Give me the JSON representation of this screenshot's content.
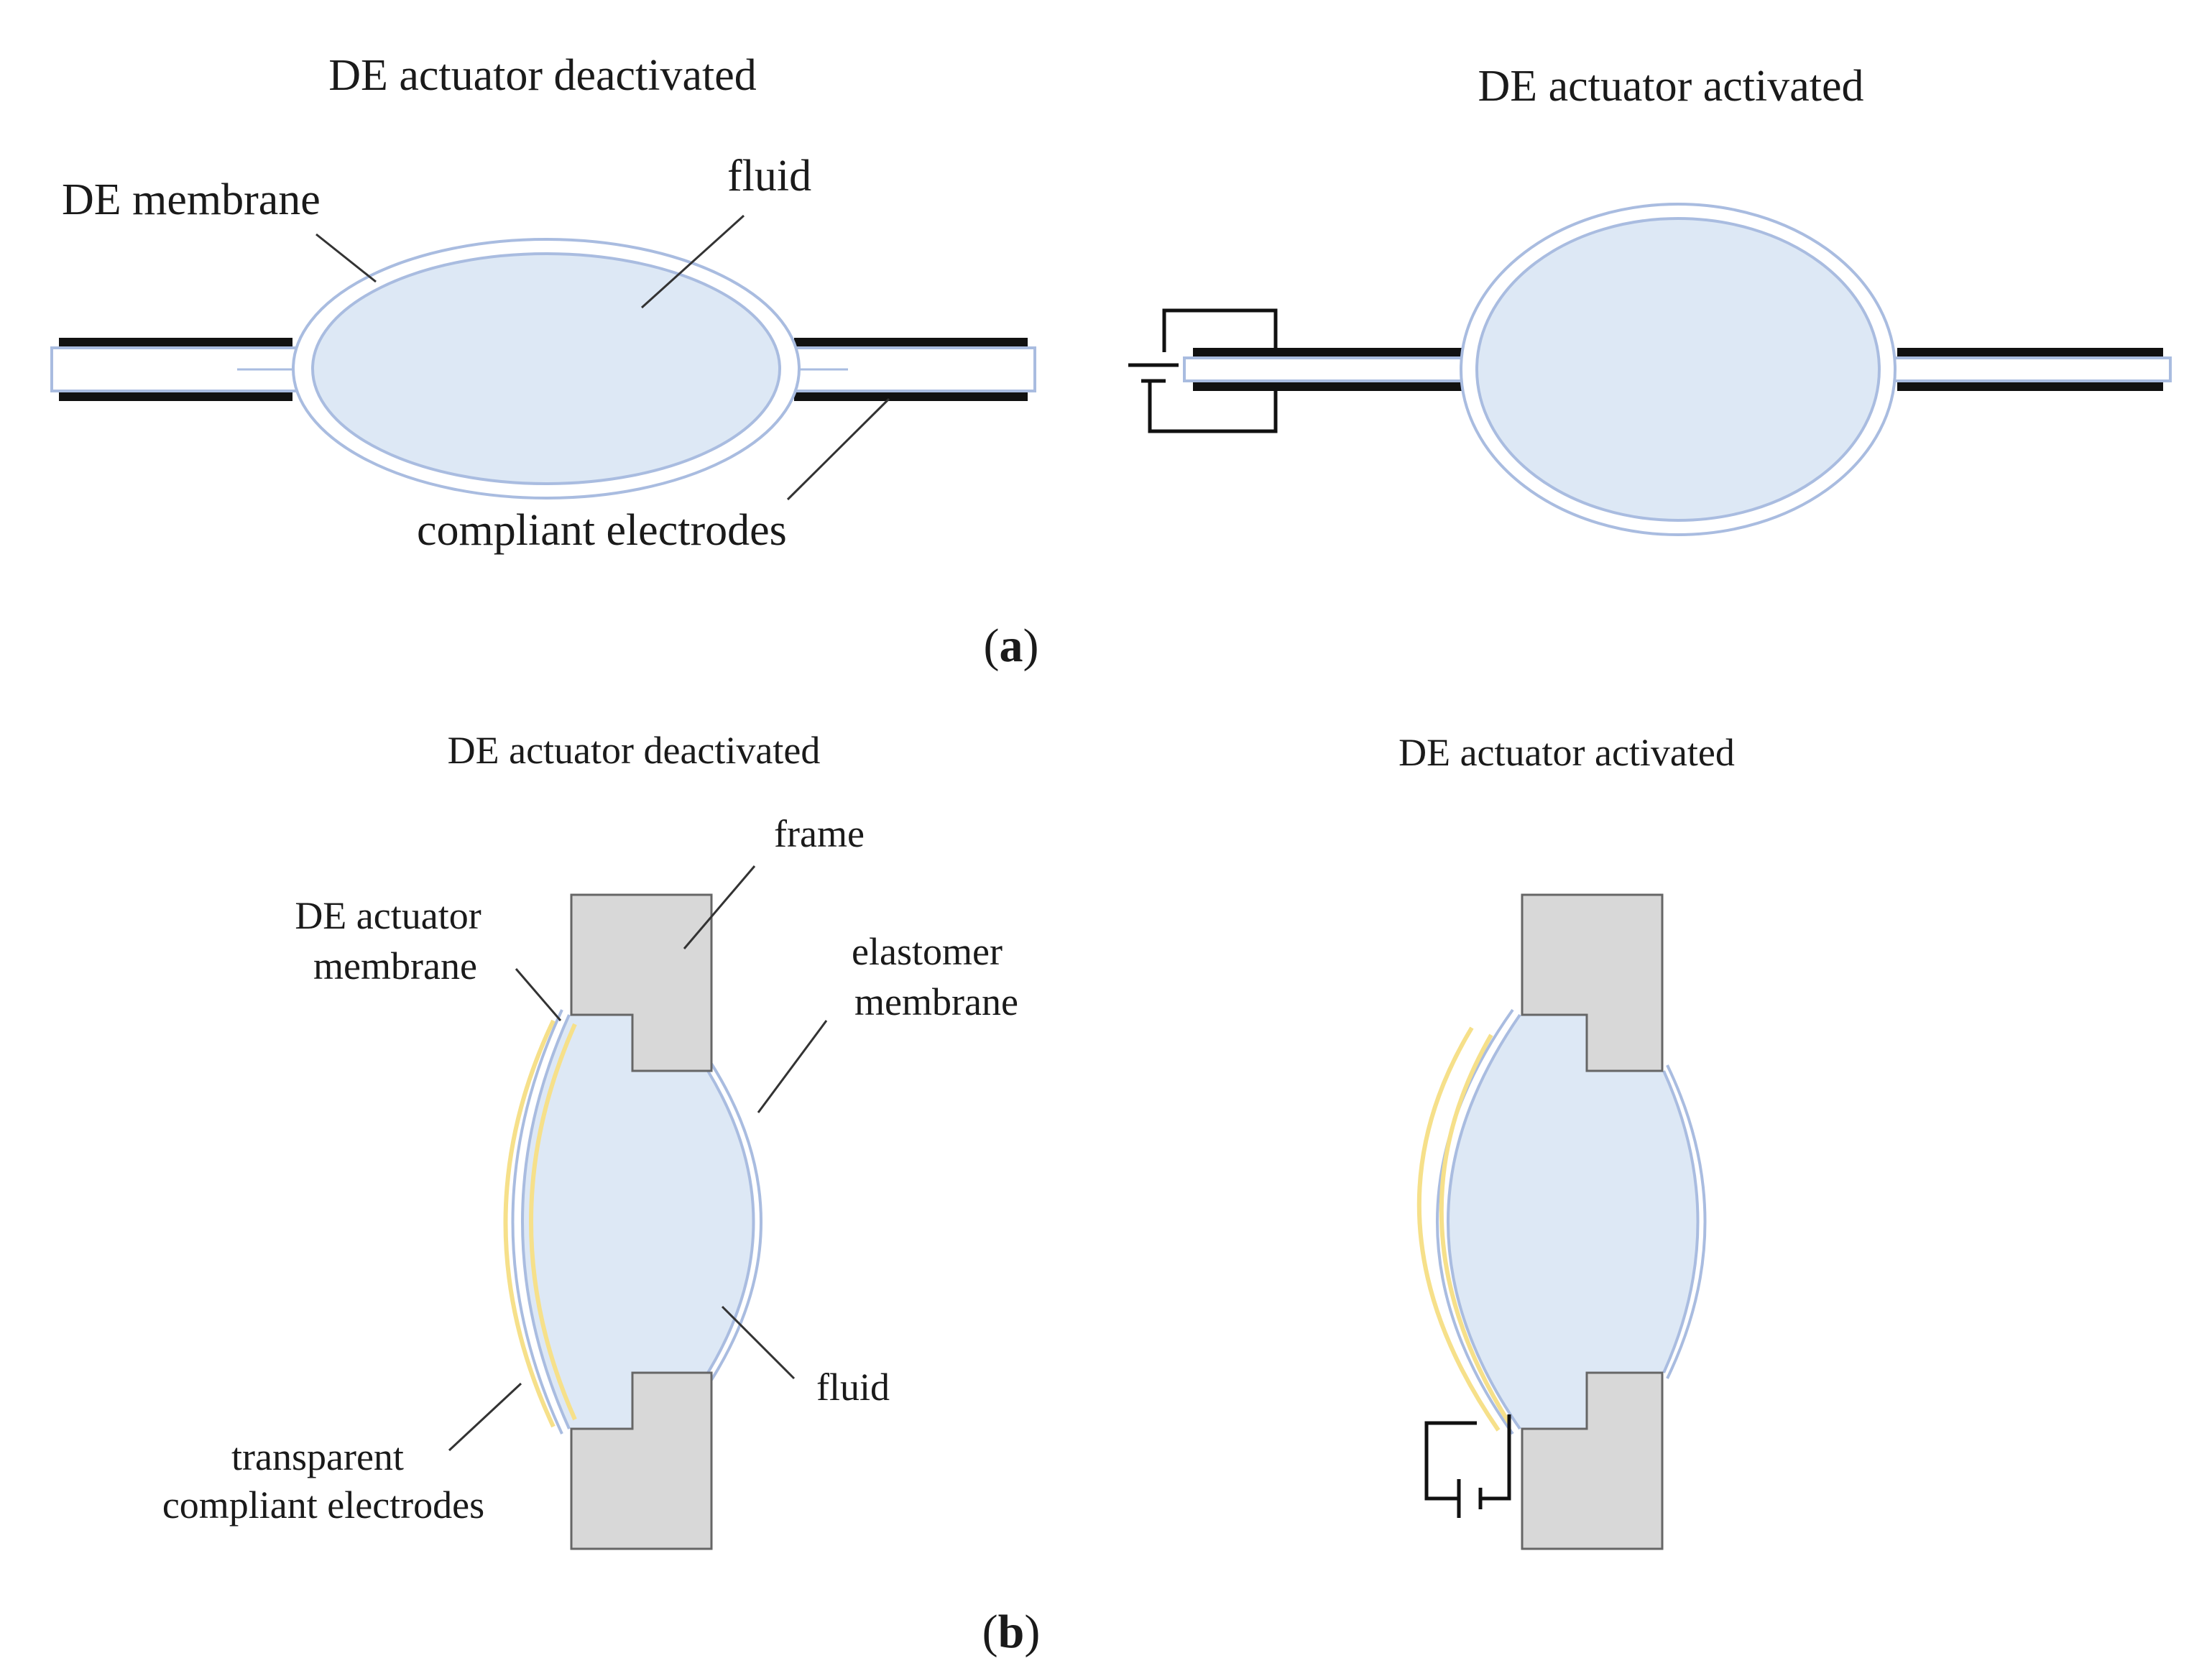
{
  "panel_a": {
    "left_title": "DE actuator deactivated",
    "right_title": "DE actuator activated",
    "label_membrane": "DE membrane",
    "label_fluid": "fluid",
    "label_electrodes": "compliant electrodes",
    "panel_label_open": "(",
    "panel_label_letter": "a",
    "panel_label_close": ")"
  },
  "panel_b": {
    "left_title": "DE actuator deactivated",
    "right_title": "DE actuator activated",
    "label_frame": "frame",
    "label_de_membrane_1": "DE actuator",
    "label_de_membrane_2": "membrane",
    "label_elastomer_1": "elastomer",
    "label_elastomer_2": "membrane",
    "label_fluid": "fluid",
    "label_electrodes_1": "transparent",
    "label_electrodes_2": "compliant electrodes",
    "panel_label_open": "(",
    "panel_label_letter": "b",
    "panel_label_close": ")"
  },
  "colors": {
    "fluid": "#dde8f5",
    "membrane": "#a9bce0",
    "electrode_black": "#111111",
    "electrode_transparent": "#f6e08a",
    "frame": "#d8d8d8",
    "frame_stroke": "#666666"
  }
}
